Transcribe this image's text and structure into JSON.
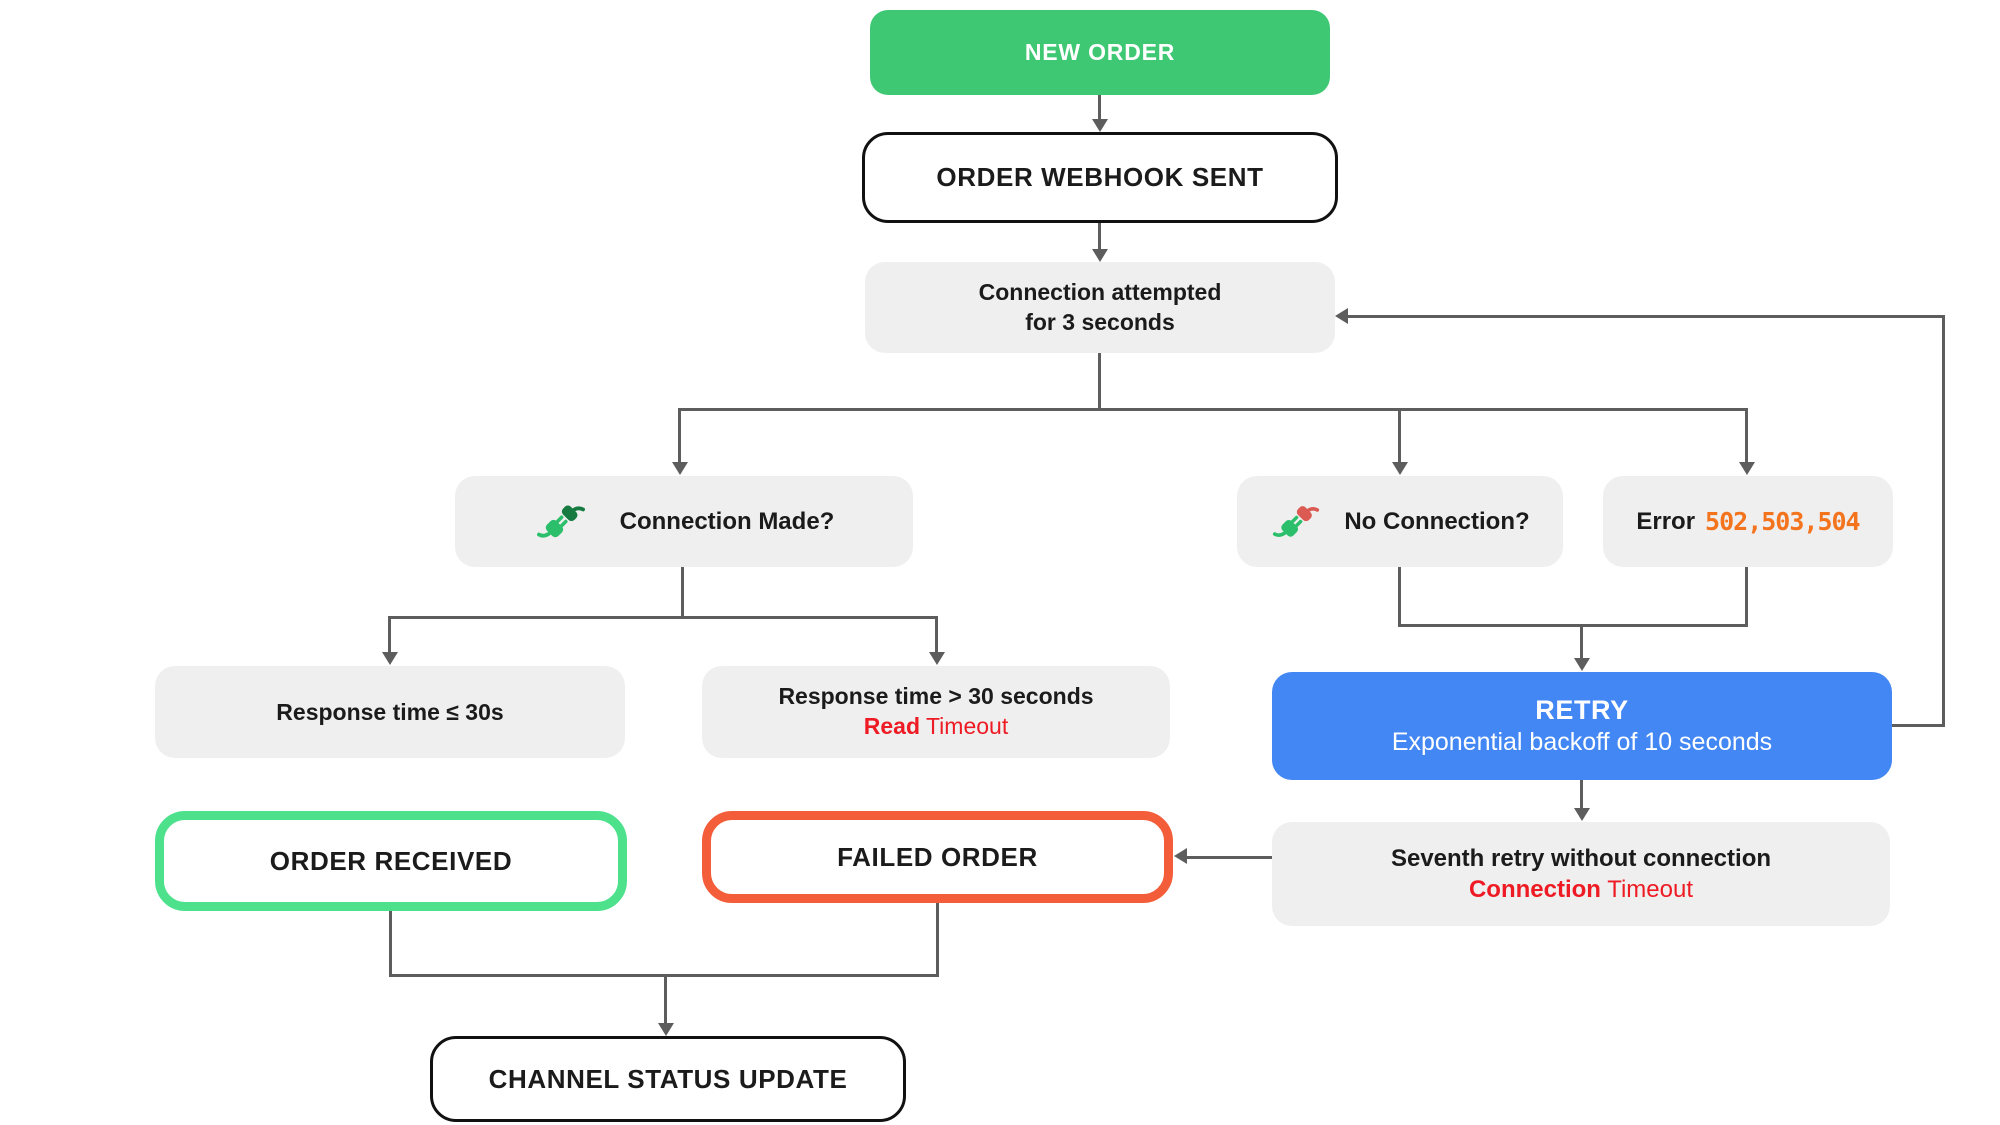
{
  "colors": {
    "green": "#3FC873",
    "green_border": "#4EE18C",
    "orange_border": "#F45D39",
    "blue": "#4387F4",
    "gray_box": "#EFEFEF",
    "line": "#5D5D5D",
    "red_text": "#EE1B24",
    "orange_code": "#F4731D",
    "ink": "#1B1B1B",
    "plug_light": "#2BBF6C",
    "plug_dark": "#177B41",
    "plug_red": "#DB5B52"
  },
  "icons": {
    "connection_made": "plug-pair-green-icon",
    "no_connection": "plug-pair-red-icon"
  },
  "nodes": {
    "new_order": {
      "label": "NEW ORDER"
    },
    "webhook_sent": {
      "label": "ORDER WEBHOOK SENT"
    },
    "connection_attempted": {
      "line1": "Connection attempted",
      "line2": "for 3 seconds"
    },
    "connection_made": {
      "label": "Connection Made?"
    },
    "no_connection": {
      "label": "No Connection?"
    },
    "error": {
      "label": "Error",
      "codes": "502,503,504"
    },
    "response_ok": {
      "label": "Response time ≤ 30s"
    },
    "response_slow": {
      "line1": "Response time > 30 seconds",
      "bold": "Read",
      "rest": " Timeout"
    },
    "retry": {
      "title": "RETRY",
      "subtitle": "Exponential backoff of 10 seconds"
    },
    "order_received": {
      "label": "ORDER RECEIVED"
    },
    "failed_order": {
      "label": "FAILED ORDER"
    },
    "seventh_retry": {
      "line1": "Seventh retry without connection",
      "bold": "Connection",
      "rest": " Timeout"
    },
    "channel_status": {
      "label": "CHANNEL STATUS UPDATE"
    }
  }
}
